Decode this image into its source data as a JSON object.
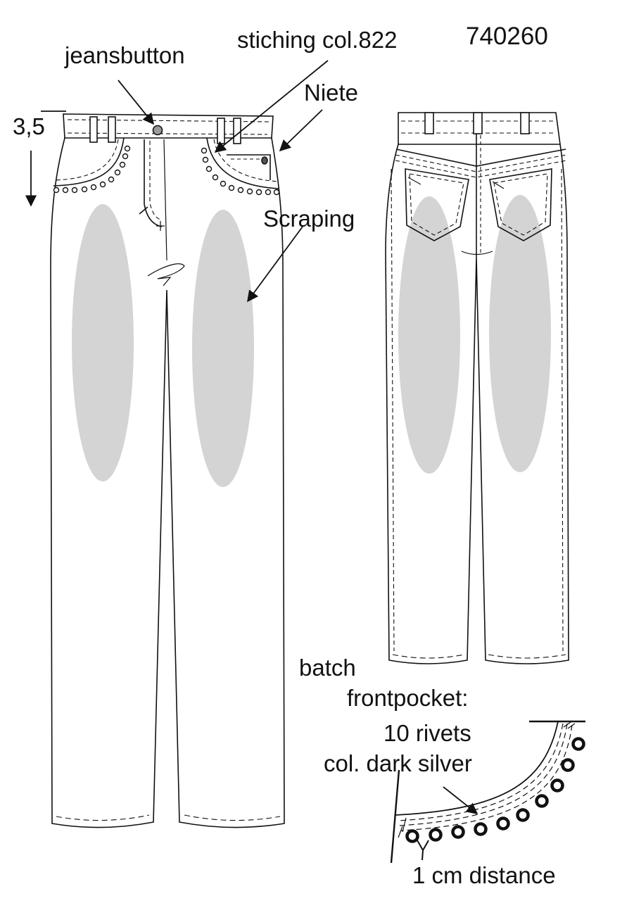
{
  "sheet": {
    "style_number": "740260"
  },
  "labels": {
    "jeansbutton": "jeansbutton",
    "stitching": "stiching col.822",
    "niete": "Niete",
    "scraping": "Scraping",
    "rise_measure": "3,5",
    "detail_title_line1": "batch",
    "detail_title_line2": "frontpocket:",
    "rivet_count": "10 rivets",
    "rivet_color": "col. dark silver",
    "rivet_distance": "1 cm distance"
  },
  "colors": {
    "line": "#111111",
    "scraping_fill": "#d4d4d4",
    "button_fill": "#9a9a9a",
    "background": "#ffffff"
  }
}
